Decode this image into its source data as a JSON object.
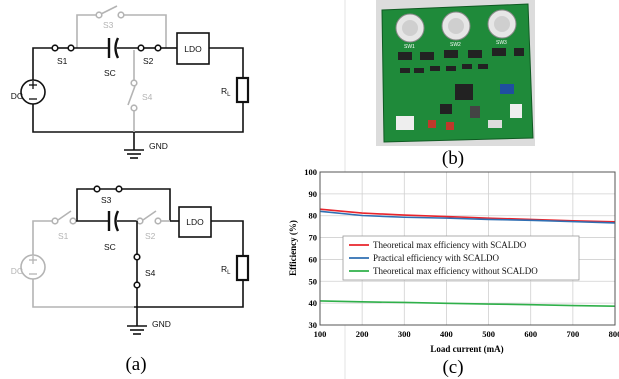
{
  "panels": {
    "a_caption": "(a)",
    "b_caption": "(b)",
    "c_caption": "(c)"
  },
  "circuit_top": {
    "labels": {
      "dc": "DC",
      "s1": "S1",
      "s3": "S3",
      "sc": "SC",
      "s2": "S2",
      "s4": "S4",
      "ldo": "LDO",
      "rl": "R",
      "rl_sub": "L",
      "gnd": "GND"
    },
    "colors": {
      "active": "#111111",
      "inactive": "#b4b4b4"
    }
  },
  "circuit_bottom": {
    "labels": {
      "dc": "DC",
      "s1": "S1",
      "s3": "S3",
      "sc": "SC",
      "s2": "S2",
      "s4": "S4",
      "ldo": "LDO",
      "rl": "R",
      "rl_sub": "L",
      "gnd": "GND"
    }
  },
  "photo": {
    "board_labels": [
      "SW1",
      "SW2",
      "SW3"
    ],
    "colors": {
      "board": "#1f8a3a",
      "background": "#dcdcdc"
    }
  },
  "chart_data": {
    "type": "line",
    "xlabel": "Load current (mA)",
    "ylabel": "Efficiency (%)",
    "xlim": [
      100,
      800
    ],
    "ylim": [
      30,
      100
    ],
    "xticks": [
      100,
      200,
      300,
      400,
      500,
      600,
      700,
      800
    ],
    "yticks": [
      30,
      40,
      50,
      60,
      70,
      80,
      90,
      100
    ],
    "grid": true,
    "legend_position": "center",
    "series": [
      {
        "name": "Theoretical max efficiency with SCALDO",
        "color": "#e8242c",
        "x": [
          100,
          200,
          300,
          400,
          500,
          600,
          700,
          800
        ],
        "y": [
          83,
          81.2,
          80.3,
          79.6,
          78.9,
          78.3,
          77.7,
          77.2
        ]
      },
      {
        "name": "Practical efficiency with SCALDO",
        "color": "#2f6fb3",
        "x": [
          100,
          200,
          300,
          400,
          500,
          600,
          700,
          800
        ],
        "y": [
          82,
          80.1,
          79.3,
          78.9,
          78.3,
          77.9,
          77.3,
          76.7
        ]
      },
      {
        "name": "Theoretical max efficiency without SCALDO",
        "color": "#2fb04a",
        "x": [
          100,
          200,
          300,
          400,
          500,
          600,
          700,
          800
        ],
        "y": [
          41,
          40.6,
          40.3,
          39.9,
          39.6,
          39.3,
          38.9,
          38.6
        ]
      }
    ]
  }
}
